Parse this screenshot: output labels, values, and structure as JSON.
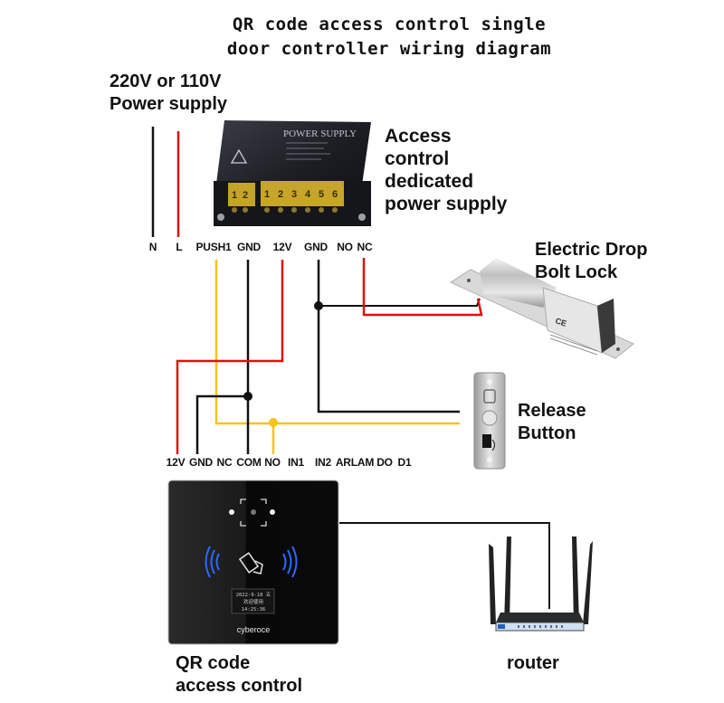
{
  "title": {
    "line1": "QR code access control single",
    "line2": "door controller wiring diagram"
  },
  "mains": {
    "line1": "220V or 110V",
    "line2": "Power supply",
    "terminals": [
      "N",
      "L"
    ]
  },
  "power_supply": {
    "label_lines": [
      "Access",
      "control",
      "dedicated",
      "power supply"
    ],
    "printed_title": "POWER SUPPLY",
    "terminals": [
      "PUSH1",
      "GND",
      "12V",
      "GND",
      "NO",
      "NC"
    ],
    "block_numbers_left": [
      "1",
      "2"
    ],
    "block_numbers_right": [
      "1",
      "2",
      "3",
      "4",
      "5",
      "6"
    ]
  },
  "lock": {
    "line1": "Electric Drop",
    "line2": "Bolt Lock",
    "marks": "CE"
  },
  "release_button": {
    "line1": "Release",
    "line2": "Button"
  },
  "controller_terminals": [
    "12V",
    "GND",
    "NC",
    "COM",
    "NO",
    "IN1",
    "IN2",
    "ARLAM",
    "DO",
    "D1"
  ],
  "device": {
    "screen_lines": [
      "2022-9-18 五",
      "欢迎使用",
      "14:25:36"
    ],
    "brand": "cyberoce",
    "label_line1": "QR code",
    "label_line2": "access control"
  },
  "router": {
    "label": "router"
  },
  "colors": {
    "red_wire": "#e01010",
    "black_wire": "#111111",
    "yellow_wire": "#f5c518",
    "nfc_blue": "#2a6bff"
  }
}
